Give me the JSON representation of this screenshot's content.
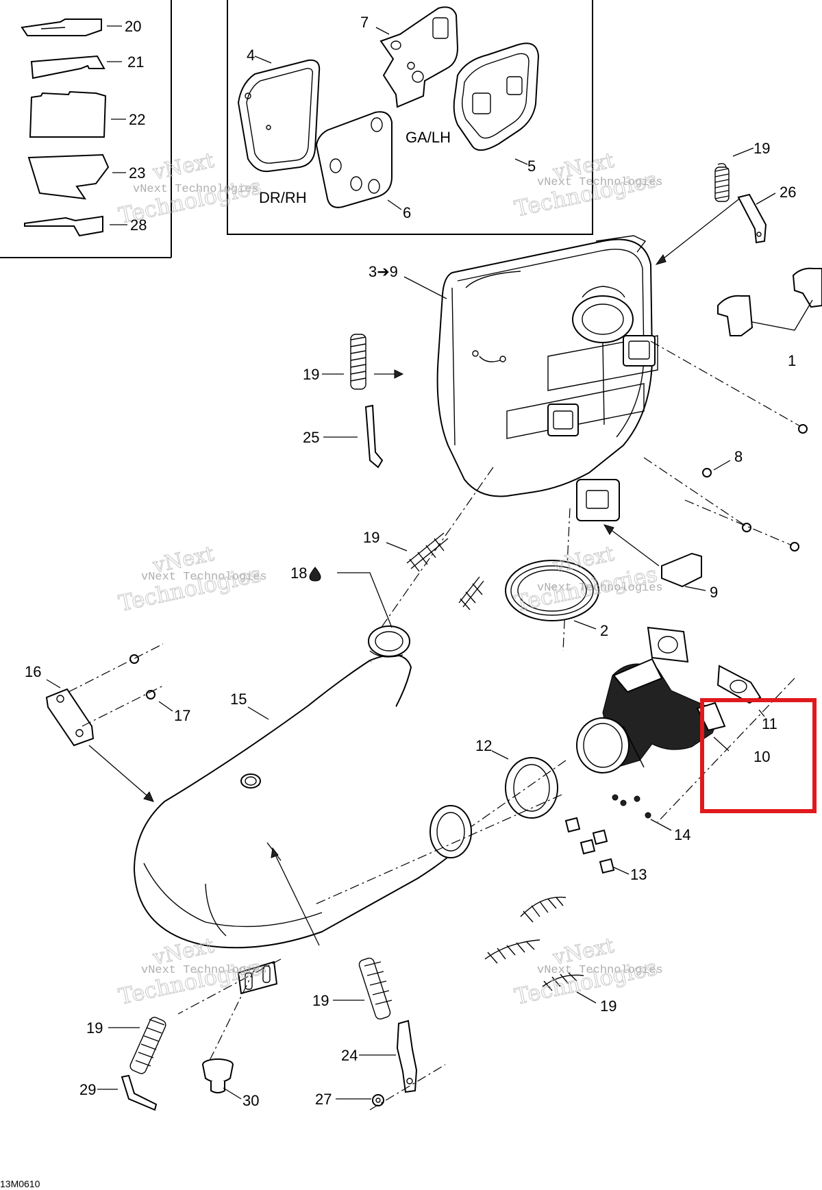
{
  "diagram_code": "13M0610",
  "watermark": {
    "line1": "vNext",
    "line2": "vNext Technologies",
    "line3": "Technologies"
  },
  "inset_labels": {
    "dr_rh": "DR/RH",
    "ga_lh": "GA/LH"
  },
  "callouts": {
    "c1": "1",
    "c2": "2",
    "c3_9": "3➔9",
    "c4": "4",
    "c5": "5",
    "c6": "6",
    "c7": "7",
    "c8": "8",
    "c9": "9",
    "c10": "10",
    "c11": "11",
    "c12": "12",
    "c13": "13",
    "c14": "14",
    "c15": "15",
    "c16": "16",
    "c17": "17",
    "c18": "18",
    "c19a": "19",
    "c19b": "19",
    "c19c": "19",
    "c19d": "19",
    "c19e": "19",
    "c19f": "19",
    "c20": "20",
    "c21": "21",
    "c22": "22",
    "c23": "23",
    "c24": "24",
    "c25": "25",
    "c26": "26",
    "c27": "27",
    "c28": "28",
    "c29": "29",
    "c30": "30"
  },
  "highlight": {
    "color": "#e0191c",
    "target": "10"
  }
}
